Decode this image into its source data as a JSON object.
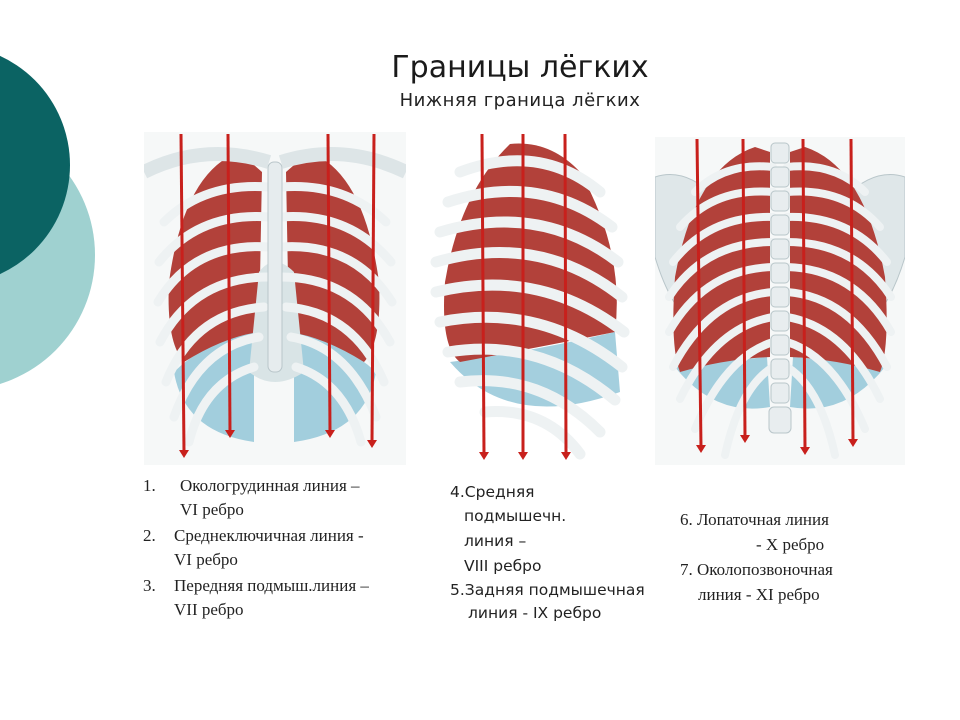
{
  "slide": {
    "title": "Границы лёгких",
    "subtitle": "Нижняя граница лёгких"
  },
  "colors": {
    "teal_dark": "#0b6363",
    "teal_light": "#9fd1d0",
    "lung_red": "#b2413a",
    "pleura_blue": "#8dc3d6",
    "rib_white": "#eef2f3",
    "line_red": "#c8201c"
  },
  "captions": {
    "c1": {
      "num": "1.",
      "name": "Окологрудинная линия –",
      "rib": "VI    ребро"
    },
    "c2": {
      "num": "2.",
      "name": "Среднеключичная линия -",
      "rib": "VI   ребро"
    },
    "c3": {
      "num": "3.",
      "name": "Передняя подмыш.линия –",
      "rib": "VII ребро"
    },
    "c4": {
      "l1": "4.Средняя",
      "l2": "подмышечн.",
      "l3": "линия –",
      "l4": "VIII   ребро"
    },
    "c5": {
      "l1": "5.Задняя подмышечная",
      "l2": "линия -   IX    ребро"
    },
    "c6": {
      "l1": "6. Лопаточная линия",
      "l2": "-   X    ребро"
    },
    "c7": {
      "l1": "7. Околопозвоночная",
      "l2": "линия  -   XI ребро"
    }
  }
}
